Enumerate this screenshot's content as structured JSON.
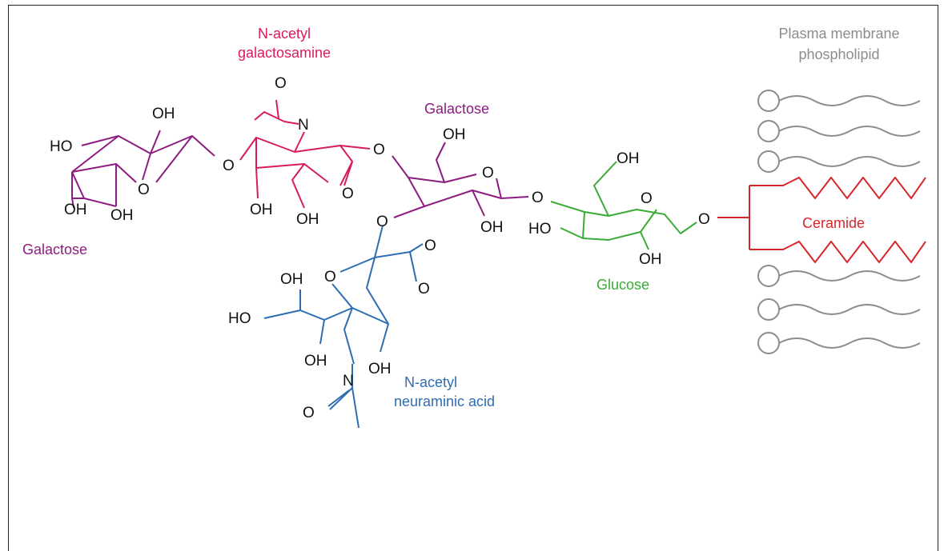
{
  "labels": {
    "nacetyl_galactosamine": [
      "N-acetyl",
      "galactosamine"
    ],
    "galactose_top": "Galactose",
    "galactose_left": "Galactose",
    "glucose": "Glucose",
    "ceramide": "Ceramide",
    "nacetyl_neuraminic_acid": [
      "N-acetyl",
      "neuraminic acid"
    ],
    "plasma_membrane_phospholipid": [
      "Plasma membrane",
      "phospholipid"
    ]
  },
  "atoms": {
    "OH": "OH",
    "HO": "HO",
    "O": "O",
    "N": "N"
  },
  "colors": {
    "galactose": "#8e1b7f",
    "galnac": "#d81b60",
    "glucose": "#3aab35",
    "ceramide": "#d6262c",
    "neuac": "#2e6db3",
    "phospholipid": "#8c8c8c",
    "atom": "#111111"
  }
}
